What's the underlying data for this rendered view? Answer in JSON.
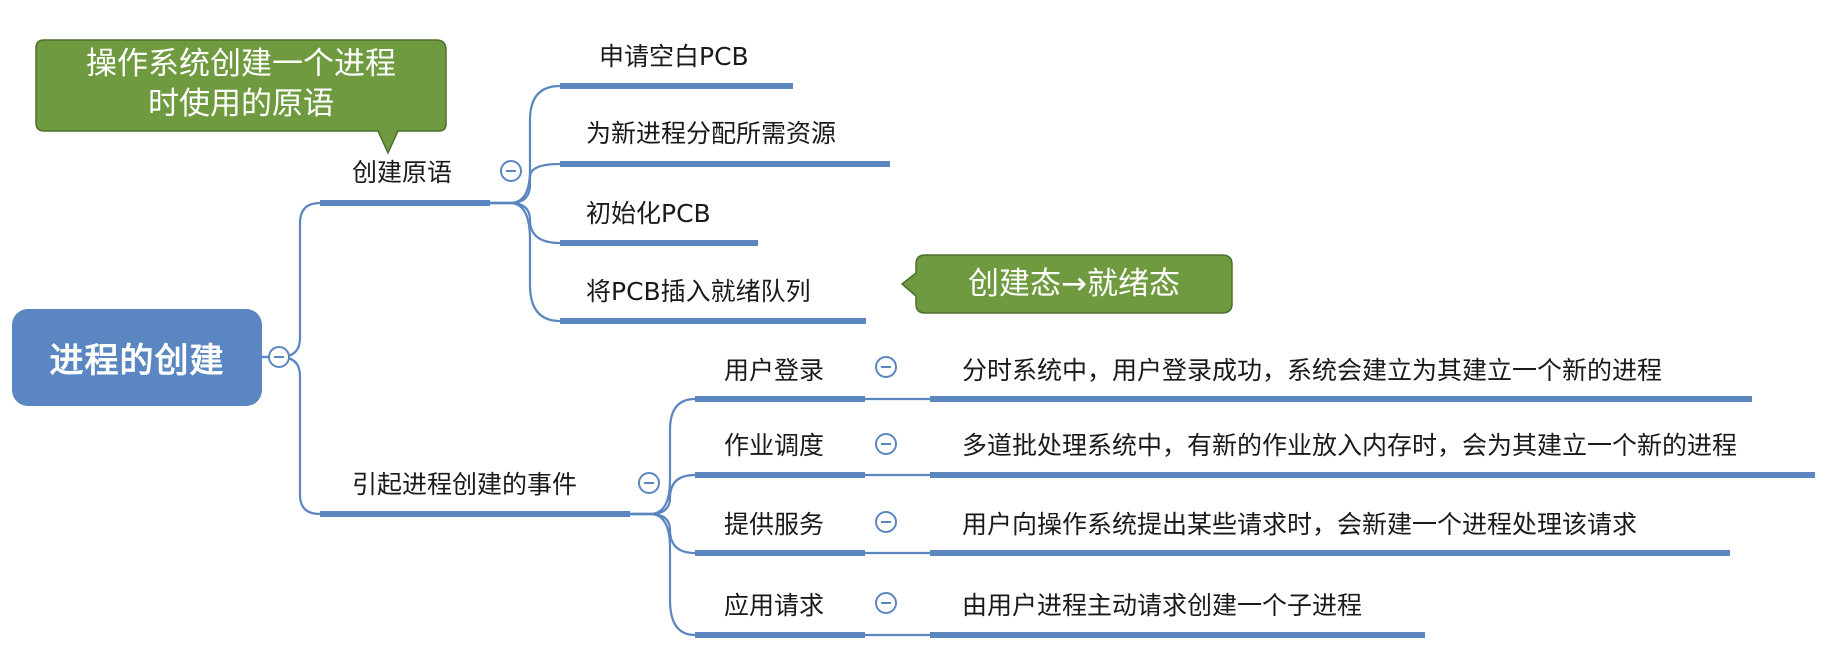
{
  "root": {
    "label": "进程的创建"
  },
  "creation_primitive": {
    "label": "创建原语",
    "steps": [
      "申请空白PCB",
      "为新进程分配所需资源",
      "初始化PCB",
      "将PCB插入就绪队列"
    ],
    "callout_title": "操作系统创建一个进程时使用的原语",
    "callout_title_line1": "操作系统创建一个进程",
    "callout_title_line2": "时使用的原语",
    "callout_state": "创建态→就绪态"
  },
  "events": {
    "label": "引起进程创建的事件",
    "items": [
      {
        "name": "用户登录",
        "desc": "分时系统中，用户登录成功，系统会建立为其建立一个新的进程"
      },
      {
        "name": "作业调度",
        "desc": "多道批处理系统中，有新的作业放入内存时，会为其建立一个新的进程"
      },
      {
        "name": "提供服务",
        "desc": "用户向操作系统提出某些请求时，会新建一个进程处理该请求"
      },
      {
        "name": "应用请求",
        "desc": "由用户进程主动请求创建一个子进程"
      }
    ]
  },
  "colors": {
    "node": "#5a86c2",
    "line": "#5b86c0",
    "callout": "#6f9a3f"
  },
  "icons": {
    "collapse": "collapse-minus-icon"
  }
}
